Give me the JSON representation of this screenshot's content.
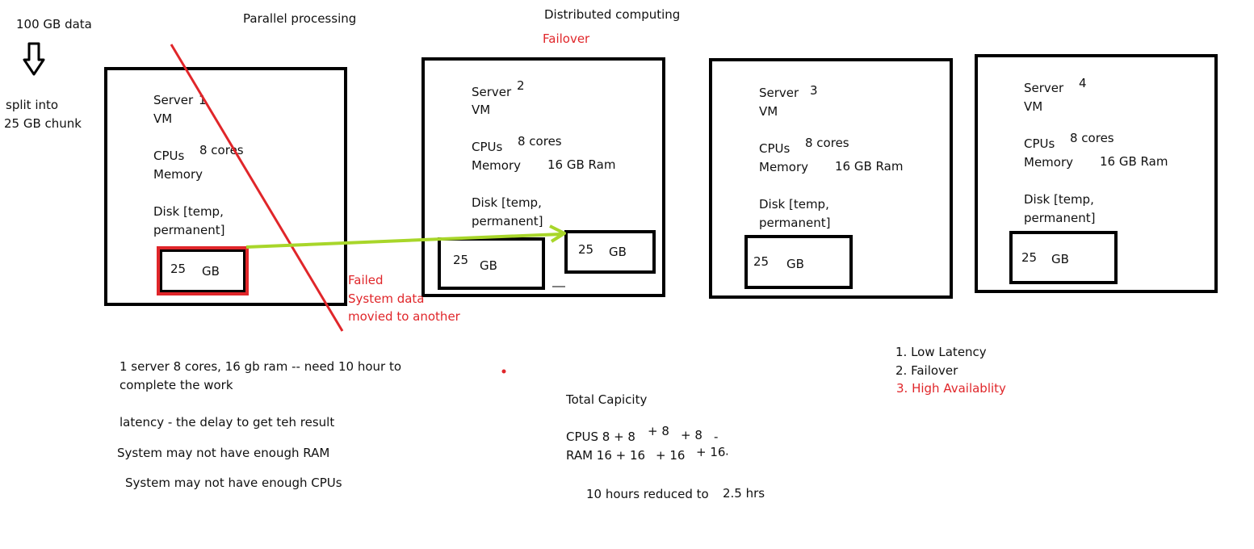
{
  "notes": {
    "data_size": "100 GB data",
    "split_line1": "split into",
    "split_line2": "25 GB chunk",
    "parallel": "Parallel processing",
    "distributed": "Distributed computing",
    "failover": "Failover",
    "failed": "Failed",
    "failed_line2": "System data",
    "failed_line3": "movied to another",
    "single_server_1": "1 server 8 cores, 16 gb ram -- need 10 hour to",
    "single_server_2": "complete the work",
    "latency": "latency - the delay to get teh result",
    "no_ram": "System may not have enough RAM",
    "no_cpus": "System may not have enough CPUs",
    "benefit_1": "1. Low Latency",
    "benefit_2": "2. Failover",
    "benefit_3": "3. High Availablity",
    "total_title": "Total Capicity",
    "cpus_base": "CPUS 8 + 8",
    "cpus_add1": "+ 8",
    "cpus_add2": "+ 8",
    "cpus_add3": "-",
    "ram_base": "RAM 16 + 16",
    "ram_add1": "+ 16",
    "ram_add2": "+ 16",
    "ram_add3": "·",
    "hours": "10 hours reduced to",
    "hours_val": "2.5 hrs"
  },
  "servers": [
    {
      "label": "Server",
      "num": "1",
      "vm": "VM",
      "cpus": "CPUs",
      "cores": "8 cores",
      "memory": "Memory",
      "ram": "",
      "disk1": "Disk [temp,",
      "disk2": "permanent]",
      "chunk_num": "25",
      "chunk_unit": "GB"
    },
    {
      "label": "Server",
      "num": "2",
      "vm": "VM",
      "cpus": "CPUs",
      "cores": "8 cores",
      "memory": "Memory",
      "ram": "16 GB Ram",
      "disk1": "Disk [temp,",
      "disk2": "permanent]",
      "chunk_num": "25",
      "chunk_unit": "GB",
      "extra_num": "25",
      "extra_unit": "GB"
    },
    {
      "label": "Server",
      "num": "3",
      "vm": "VM",
      "cpus": "CPUs",
      "cores": "8 cores",
      "memory": "Memory",
      "ram": "16 GB Ram",
      "disk1": "Disk [temp,",
      "disk2": "permanent]",
      "chunk_num": "25",
      "chunk_unit": "GB"
    },
    {
      "label": "Server",
      "num": "4",
      "vm": "VM",
      "cpus": "CPUs",
      "cores": "8 cores",
      "memory": "Memory",
      "ram": "16 GB Ram",
      "disk1": "Disk [temp,",
      "disk2": "permanent]",
      "chunk_num": "25",
      "chunk_unit": "GB"
    }
  ],
  "colors": {
    "annotation_red": "#e0262a",
    "arrow_green": "#a8d62a",
    "outline": "#000000"
  }
}
